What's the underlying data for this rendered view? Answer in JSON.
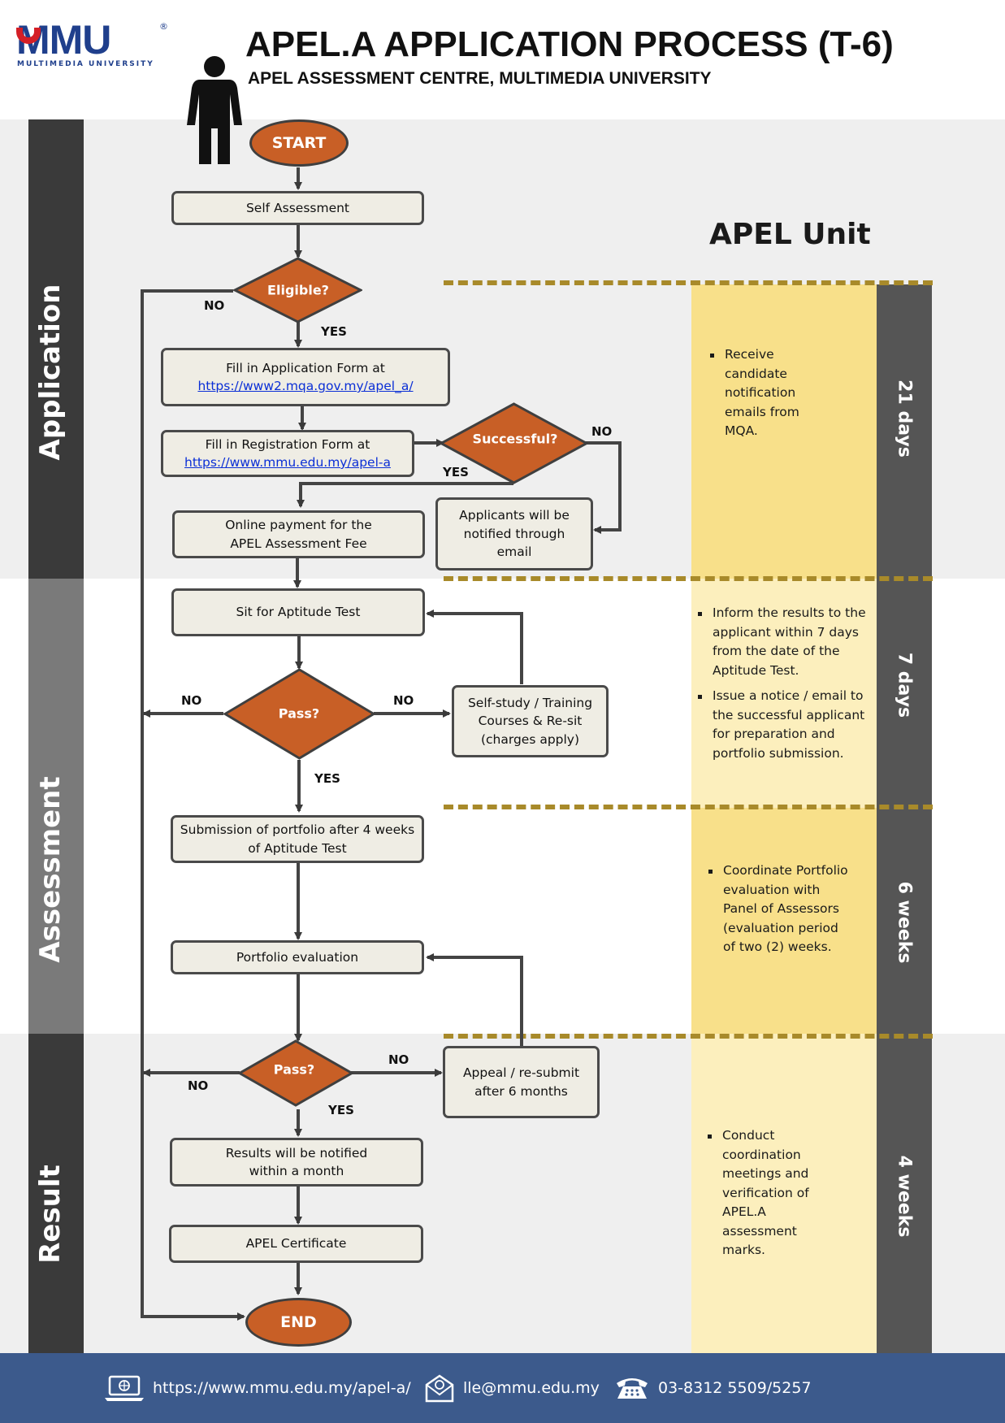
{
  "logo": {
    "text": "MMU",
    "registered": "®",
    "subtitle": "MULTIMEDIA UNIVERSITY"
  },
  "header": {
    "title": "APEL.A APPLICATION PROCESS (T-6)",
    "subtitle": "APEL ASSESSMENT CENTRE, MULTIMEDIA UNIVERSITY"
  },
  "stages": [
    "Application",
    "Assessment",
    "Result"
  ],
  "apel_unit": {
    "title": "APEL Unit",
    "sections": [
      {
        "duration": "21 days",
        "notes": [
          "Receive candidate notification emails from MQA."
        ]
      },
      {
        "duration": "7 days",
        "notes": [
          "Inform the results to the applicant within 7 days from the date of the Aptitude Test.",
          "Issue a notice / email to the successful applicant for preparation and portfolio submission."
        ]
      },
      {
        "duration": "6 weeks",
        "notes": [
          "Coordinate Portfolio evaluation with Panel of Assessors (evaluation period of two (2) weeks."
        ]
      },
      {
        "duration": "4 weeks",
        "notes": [
          "Conduct coordination meetings and verification of APEL.A assessment marks."
        ]
      }
    ]
  },
  "flow": {
    "start": "START",
    "end": "END",
    "self_assessment": "Self Assessment",
    "eligible": "Eligible?",
    "application_form": {
      "line1": "Fill in Application Form at",
      "link": "https://www2.mqa.gov.my/apel_a/"
    },
    "registration_form": {
      "line1": "Fill in Registration Form at",
      "link": "https://www.mmu.edu.my/apel-a"
    },
    "successful": "Successful?",
    "notified": {
      "line1": "Applicants will be",
      "line2": "notified through",
      "line3": "email"
    },
    "payment": {
      "line1": "Online payment for the",
      "line2": "APEL Assessment Fee"
    },
    "aptitude": "Sit for Aptitude Test",
    "pass": "Pass?",
    "self_study": {
      "line1": "Self-study / Training",
      "line2": "Courses & Re-sit",
      "line3": "(charges apply)"
    },
    "portfolio_submission": {
      "line1": "Submission of portfolio  after 4 weeks",
      "line2": "of Aptitude Test"
    },
    "portfolio_eval": "Portfolio evaluation",
    "appeal": {
      "line1": "Appeal / re-submit",
      "line2": "after 6 months"
    },
    "results": {
      "line1": "Results will be notified",
      "line2": "within a month"
    },
    "certificate": "APEL Certificate",
    "yes": "YES",
    "no": "NO"
  },
  "footer": {
    "website": "https://www.mmu.edu.my/apel-a/",
    "email": "lle@mmu.edu.my",
    "phone": "03-8312 5509/5257"
  },
  "colors": {
    "accent_orange": "#c85f26",
    "unit_yellow": "#f8e08a",
    "dark_bar": "#3a3a3a",
    "footer_blue": "#3c5a8c"
  }
}
